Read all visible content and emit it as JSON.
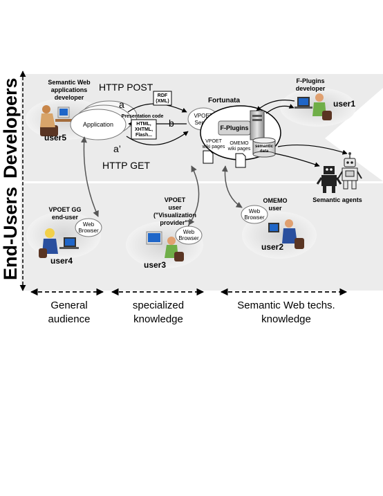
{
  "bands": {
    "developers": "Developers",
    "end_users": "End-Users"
  },
  "actors": {
    "sw_developer": {
      "title_1": "Semantic Web",
      "title_2": "applications",
      "title_3": "developer",
      "name": "user5"
    },
    "fplugins_developer": {
      "title_1": "F-Plugins",
      "title_2": "developer",
      "name": "user1"
    },
    "vpoet_gg": {
      "title_1": "VPOET GG",
      "title_2": "end-user",
      "name": "user4"
    },
    "vpoet_user": {
      "title_1": "VPOET",
      "title_2": "user",
      "title_3": "(\"Visualization",
      "title_4": "provider\")",
      "name": "user3"
    },
    "omemo_user": {
      "title_1": "OMEMO",
      "title_2": "user",
      "name": "user2"
    }
  },
  "components": {
    "application": "Application",
    "web_browser_1": "Web",
    "web_browser_2": "Browser",
    "vpoet_servlet_1": "VPOET",
    "vpoet_servlet_2": "Servlet",
    "fortunata": "Fortunata",
    "fplugins": "F-Plugins",
    "vpoet_wiki_1": "VPOET",
    "vpoet_wiki_2": "wiki pages",
    "omemo_wiki_1": "OMEMO",
    "omemo_wiki_2": "wiki pages",
    "semantic_data_1": "semantic",
    "semantic_data_2": "data",
    "semantic_agents": "Semantic agents"
  },
  "messages": {
    "http_post": "HTTP POST",
    "http_get": "HTTP GET",
    "a": "a",
    "a_prime": "a’",
    "b": "b",
    "rdf_1": "RDF",
    "rdf_2": "(XML)",
    "presentation_code": "Presentation code",
    "pc_1": "HTML,",
    "pc_2": "XHTML,",
    "pc_3": "Flash..."
  },
  "knowledge_levels": [
    {
      "line_1": "General",
      "line_2": "audience"
    },
    {
      "line_1": "specialized",
      "line_2": "knowledge"
    },
    {
      "line_1": "Semantic Web techs.",
      "line_2": "knowledge"
    }
  ],
  "colors": {
    "band": "#ebebeb",
    "arrow": "#000000",
    "curve_arrow": "#555555",
    "user_shirt_green": "#6fae48",
    "user_shirt_blue": "#2a4f9e",
    "user_shirt_tan": "#d8a46a",
    "chair": "#5a3523",
    "screen": "#1f66c8"
  }
}
